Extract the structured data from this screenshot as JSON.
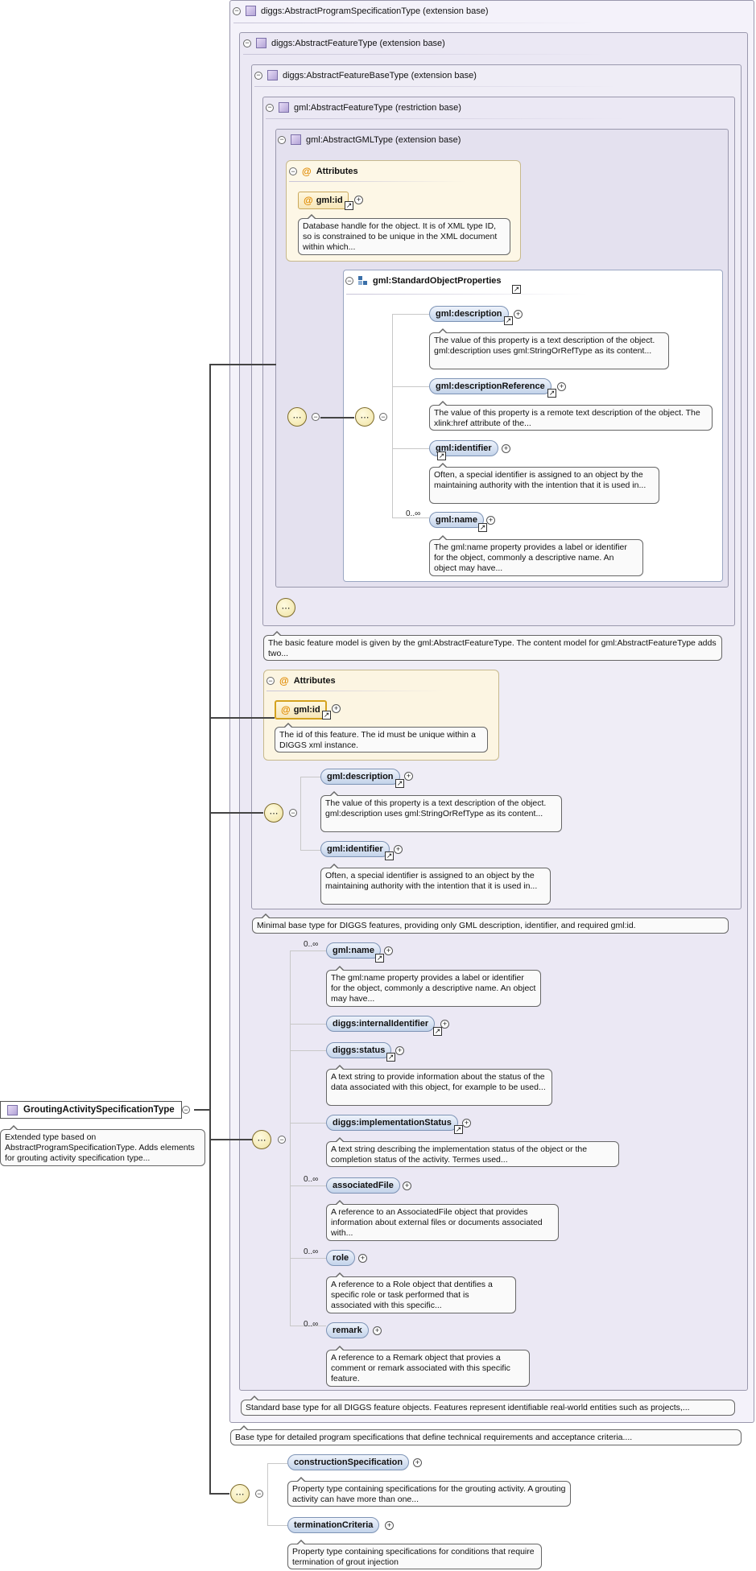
{
  "colors": {
    "element_fill": "#c3d3ea",
    "attribute_fill": "#fdf7e6",
    "extension_fill": "#f4f2fa",
    "connector": "#444444"
  },
  "root": {
    "name": "GroutingActivitySpecificationType",
    "description": "Extended type based on AbstractProgramSpecificationType. Adds elements for grouting activity specification type..."
  },
  "ext_program": {
    "title": "diggs:AbstractProgramSpecificationType (extension base)",
    "footer": "Base type for detailed program specifications that define technical requirements and acceptance criteria...."
  },
  "ext_feature": {
    "title": "diggs:AbstractFeatureType (extension base)",
    "footer": "Standard base type for all DIGGS feature objects. Features represent identifiable real-world entities such as projects,..."
  },
  "ext_featurebase": {
    "title": "diggs:AbstractFeatureBaseType (extension base)",
    "footer": "Minimal base type for DIGGS features, providing only GML description, identifier, and required gml:id."
  },
  "gml_feature": {
    "title": "gml:AbstractFeatureType (restriction base)",
    "footer": "The basic feature model is given by the gml:AbstractFeatureType. The content model for gml:AbstractFeatureType adds two..."
  },
  "gml_gmltype": {
    "title": "gml:AbstractGMLType (extension base)"
  },
  "attrs1": {
    "title": "Attributes",
    "id_label": "gml:id",
    "id_desc": "Database handle for the object. It is of XML type ID, so is constrained to be unique in the XML document within which..."
  },
  "std_props": {
    "title": "gml:StandardObjectProperties",
    "description": {
      "label": "gml:description",
      "desc": "The value of this property is a text description of the object. gml:description uses gml:StringOrRefType as its content..."
    },
    "description_ref": {
      "label": "gml:descriptionReference",
      "desc": "The value of this property is a remote text description of the object. The xlink:href attribute of the..."
    },
    "identifier": {
      "label": "gml:identifier",
      "desc": "Often, a special identifier is assigned to an object by the maintaining authority with the intention that it is used in..."
    },
    "name": {
      "label": "gml:name",
      "card": "0..∞",
      "desc": "The gml:name property provides a label or identifier for the object, commonly a descriptive name. An object may have..."
    }
  },
  "attrs2": {
    "title": "Attributes",
    "id_label": "gml:id",
    "id_desc": "The id of this feature. The id must be unique within a DIGGS xml instance."
  },
  "base_seq": {
    "description": {
      "label": "gml:description",
      "desc": "The value of this property is a text description of the object. gml:description uses gml:StringOrRefType as its content..."
    },
    "identifier": {
      "label": "gml:identifier",
      "desc": "Often, a special identifier is assigned to an object by the maintaining authority with the intention that it is used in..."
    }
  },
  "feature_seq": {
    "name": {
      "label": "gml:name",
      "card": "0..∞",
      "desc": "The gml:name property provides a label or identifier for the object, commonly a descriptive name. An object may have..."
    },
    "internal_id": {
      "label": "diggs:internalIdentifier"
    },
    "status": {
      "label": "diggs:status",
      "desc": "A text string to provide information about the status of the data associated with this object, for example to be used..."
    },
    "impl_status": {
      "label": "diggs:implementationStatus",
      "desc": "A text string describing the implementation status of the object or the completion status of the activity. Termes used..."
    },
    "associated_file": {
      "label": "associatedFile",
      "card": "0..∞",
      "desc": "A reference to an AssociatedFile object that provides information about external files or documents associated with..."
    },
    "role": {
      "label": "role",
      "card": "0..∞",
      "desc": "A reference to a Role object that dentifies a specific role or task performed that is associated with this specific..."
    },
    "remark": {
      "label": "remark",
      "card": "0..∞",
      "desc": "A reference to a Remark object that provies a comment or remark associated with this specific feature."
    }
  },
  "grouting_seq": {
    "construction": {
      "label": "constructionSpecification",
      "desc": "Property type containing specifications for the grouting activity. A grouting activity can have more than one..."
    },
    "termination": {
      "label": "terminationCriteria",
      "desc": "Property type containing specifications for conditions that require termination of grout injection"
    }
  },
  "symbols": {
    "collapse": "−",
    "expand": "+",
    "reference": "↗",
    "sequence": "⋯"
  }
}
